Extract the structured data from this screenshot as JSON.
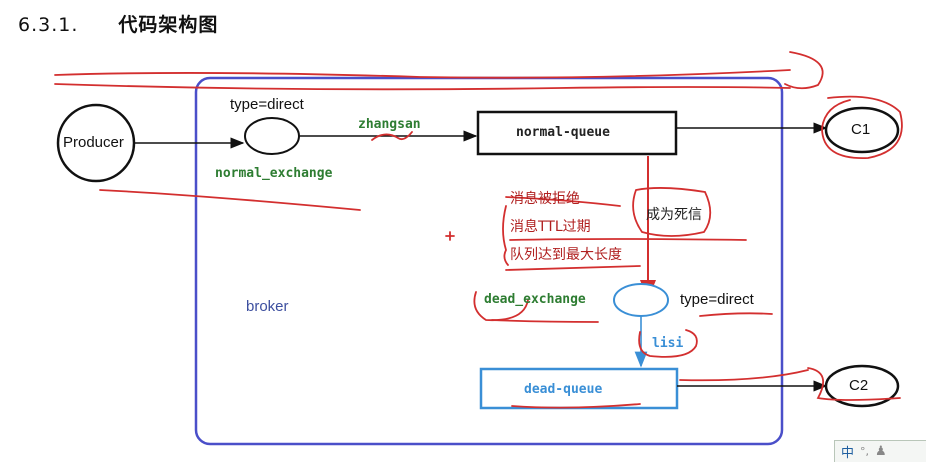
{
  "heading": {
    "number": "6.3.1.",
    "title": "代码架构图"
  },
  "nodes": {
    "producer": "Producer",
    "normal_exchange_type": "type=direct",
    "normal_exchange": "normal_exchange",
    "routing_key_normal": "zhangsan",
    "normal_queue": "normal-queue",
    "consumer1": "C1",
    "dead_exchange": "dead_exchange",
    "dead_exchange_type": "type=direct",
    "routing_key_dead": "lisi",
    "dead_queue": "dead-queue",
    "consumer2": "C2",
    "broker": "broker"
  },
  "dead_letter": {
    "reasons": [
      "消息被拒绝",
      "消息TTL过期",
      "队列达到最大长度"
    ],
    "result": "成为死信"
  },
  "colors": {
    "broker_border": "#4a4fc9",
    "annotation_red": "#d32f2f",
    "dead_blue": "#3a8fd6",
    "label_green": "#2e7d32"
  },
  "ime": {
    "label": "中",
    "extra": "°,"
  }
}
